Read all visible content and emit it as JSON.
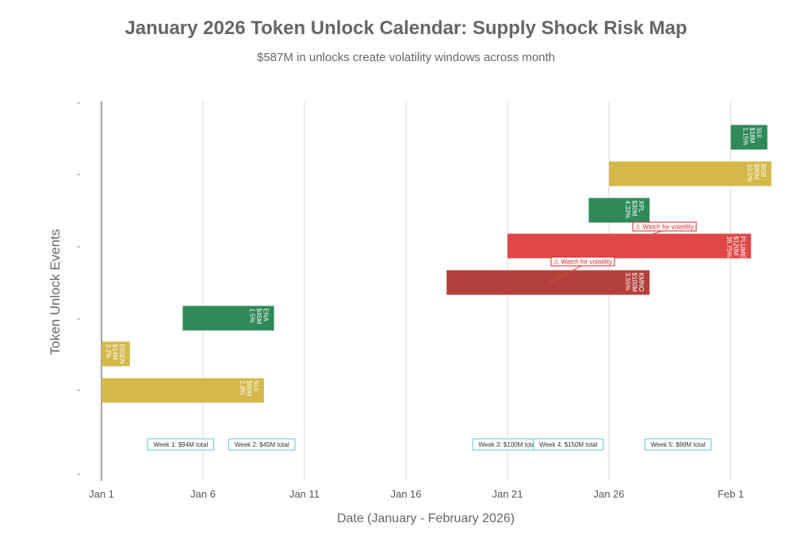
{
  "title": "January 2026 Token Unlock Calendar: Supply Shock Risk Map",
  "subtitle": "$587M in unlocks create volatility windows across month",
  "chart_data": {
    "type": "bar",
    "orientation": "horizontal-timeline",
    "title": "January 2026 Token Unlock Calendar: Supply Shock Risk Map",
    "subtitle": "$587M in unlocks create volatility windows across month",
    "xlabel": "Date (January - February 2026)",
    "ylabel": "Token Unlock Events",
    "x_ticks": [
      "Jan 1",
      "Jan 6",
      "Jan 11",
      "Jan 16",
      "Jan 21",
      "Jan 26",
      "Feb 1"
    ],
    "x_tick_days": [
      1,
      6,
      11,
      16,
      21,
      26,
      32
    ],
    "xlim": [
      1,
      33.5
    ],
    "grid": true,
    "colors": {
      "low": "#d4b84a",
      "medium": "#2e8b57",
      "high": "#e04848",
      "very_high": "#b5403b",
      "annotation_border": "#5bc8d0",
      "warning": "#d62728"
    },
    "events": [
      {
        "token": "SUI",
        "value": "$80M",
        "pct": "2.8%",
        "start": 1,
        "end": 9,
        "risk": "low"
      },
      {
        "token": "EIGEN",
        "value": "$14M",
        "pct": "3.2%",
        "start": 1,
        "end": 2.4,
        "risk": "low"
      },
      {
        "token": "ENA",
        "value": "$45M",
        "pct": "1.5%",
        "start": 5,
        "end": 9.5,
        "risk": "medium"
      },
      {
        "token": "KMNO",
        "value": "$100M",
        "pct": "3.55%",
        "start": 18,
        "end": 28,
        "risk": "very_high"
      },
      {
        "token": "PLUME",
        "value": "$120M",
        "pct": "39.75%",
        "start": 21,
        "end": 33,
        "risk": "high"
      },
      {
        "token": "XPL",
        "value": "$30M",
        "pct": "4.33%",
        "start": 25,
        "end": 28,
        "risk": "medium"
      },
      {
        "token": "BGB",
        "value": "$90M",
        "pct": "10.5%",
        "start": 26,
        "end": 34,
        "risk": "low"
      },
      {
        "token": "SUI",
        "value": "$18M",
        "pct": "1.15%",
        "start": 32,
        "end": 33.8,
        "risk": "medium"
      }
    ],
    "week_totals": [
      {
        "label": "Week 1: $94M total",
        "center_day": 4.9
      },
      {
        "label": "Week 2: $45M total",
        "center_day": 8.9
      },
      {
        "label": "Week 3: $100M total",
        "center_day": 21
      },
      {
        "label": "Week 4: $150M total",
        "center_day": 24
      },
      {
        "label": "Week 5: $98M total",
        "center_day": 29.4
      }
    ],
    "warnings": [
      {
        "label": "⚠ Watch for volatility",
        "event_index": 3
      },
      {
        "label": "⚠ Watch for volatility",
        "event_index": 4
      }
    ]
  }
}
